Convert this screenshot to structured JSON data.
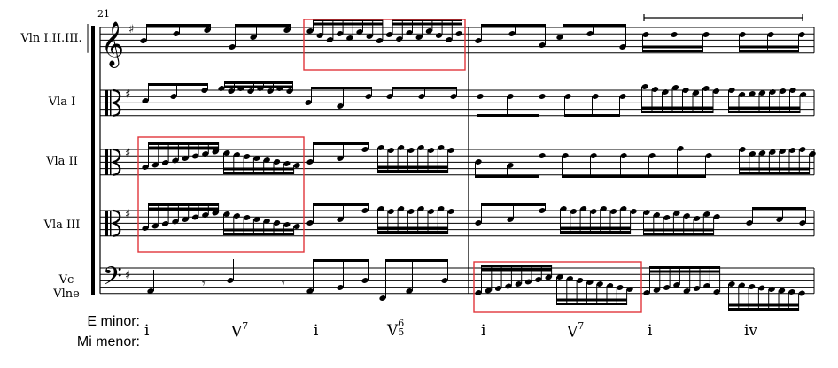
{
  "score": {
    "measure_number": "21",
    "instruments": [
      {
        "id": "vln",
        "label": "Vln I.II.III.",
        "clef": "treble"
      },
      {
        "id": "vla1",
        "label": "Vla I",
        "clef": "alto"
      },
      {
        "id": "vla2",
        "label": "Vla II",
        "clef": "alto"
      },
      {
        "id": "vla3",
        "label": "Vla III",
        "clef": "alto"
      },
      {
        "id": "vc",
        "label": "Vc\nVlne",
        "clef": "bass"
      }
    ],
    "key_labels": [
      "E minor:",
      "Mi menor:"
    ],
    "harmony": [
      {
        "numeral": "i",
        "sup": "",
        "figure_top": "",
        "figure_bottom": ""
      },
      {
        "numeral": "V",
        "sup": "7",
        "figure_top": "",
        "figure_bottom": ""
      },
      {
        "numeral": "i",
        "sup": "",
        "figure_top": "",
        "figure_bottom": ""
      },
      {
        "numeral": "V",
        "sup": "",
        "figure_top": "6",
        "figure_bottom": "5"
      },
      {
        "numeral": "i",
        "sup": "",
        "figure_top": "",
        "figure_bottom": ""
      },
      {
        "numeral": "V",
        "sup": "7",
        "figure_top": "",
        "figure_bottom": ""
      },
      {
        "numeral": "i",
        "sup": "",
        "figure_top": "",
        "figure_bottom": ""
      },
      {
        "numeral": "iv",
        "sup": "",
        "figure_top": "",
        "figure_bottom": ""
      }
    ],
    "highlight_color": "#e0353b"
  }
}
